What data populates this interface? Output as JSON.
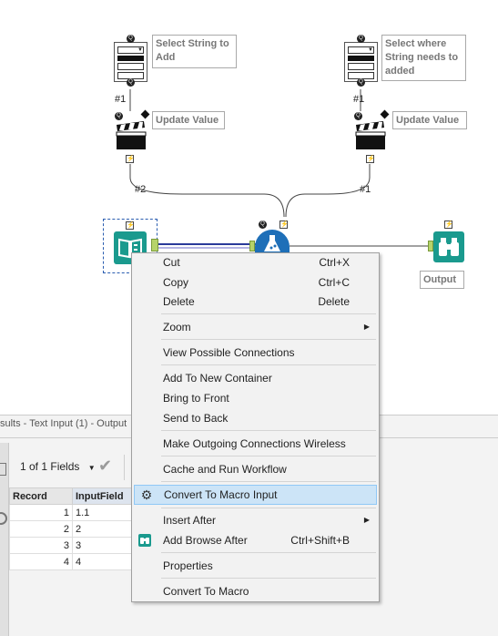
{
  "canvas": {
    "label_select_string": "Select String to Add",
    "label_select_where": "Select where String needs to added",
    "label_update_value_left": "Update Value",
    "label_update_value_right": "Update Value",
    "label_output": "Output",
    "conn_left_top": "#1",
    "conn_right_top": "#1",
    "conn_left_bottom": "#2",
    "conn_right_bottom": "#1"
  },
  "results": {
    "title": "sults - Text Input (1) - Output",
    "fields_dropdown": "1 of 1 Fields",
    "columns": [
      "Record",
      "InputField"
    ],
    "rows": [
      {
        "record": "1",
        "value": "1.1"
      },
      {
        "record": "2",
        "value": "2"
      },
      {
        "record": "3",
        "value": "3"
      },
      {
        "record": "4",
        "value": "4"
      }
    ]
  },
  "context_menu": {
    "items": [
      {
        "label": "Cut",
        "shortcut": "Ctrl+X"
      },
      {
        "label": "Copy",
        "shortcut": "Ctrl+C"
      },
      {
        "label": "Delete",
        "shortcut": "Delete"
      },
      {
        "label": "Zoom"
      },
      {
        "label": "View Possible Connections"
      },
      {
        "label": "Add To New Container"
      },
      {
        "label": "Bring to Front"
      },
      {
        "label": "Send to Back"
      },
      {
        "label": "Make Outgoing Connections Wireless"
      },
      {
        "label": "Cache and Run Workflow"
      },
      {
        "label": "Convert To Macro Input",
        "highlighted": true
      },
      {
        "label": "Insert After"
      },
      {
        "label": "Add Browse After",
        "shortcut": "Ctrl+Shift+B"
      },
      {
        "label": "Properties"
      },
      {
        "label": "Convert To Macro"
      }
    ]
  },
  "colors": {
    "teal_tool": "#1a9a8e",
    "blue_tool": "#1e6fb8",
    "highlight": "#cce4f7",
    "connection_blue": "#2a3a9a"
  }
}
